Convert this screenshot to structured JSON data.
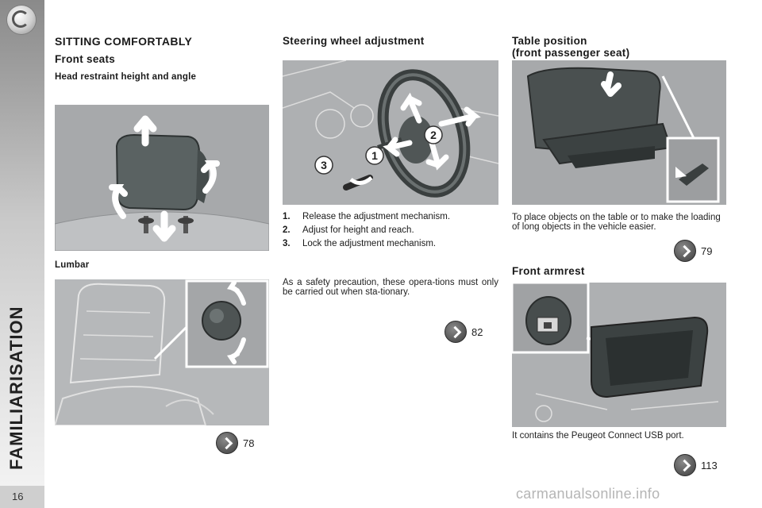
{
  "sidebar": {
    "section_title": "FAMILIARISATION",
    "page_number": "16"
  },
  "col1": {
    "title": "SITTING COMFORTABLY",
    "subtitle": "Front seats",
    "head_restraint_heading": "Head restraint height and angle",
    "lumbar_heading": "Lumbar",
    "ref": "78"
  },
  "col2": {
    "title": "Steering wheel adjustment",
    "steps": [
      {
        "num": "1.",
        "text": "Release the adjustment mechanism."
      },
      {
        "num": "2.",
        "text": "Adjust for height and reach."
      },
      {
        "num": "3.",
        "text": "Lock the adjustment mechanism."
      }
    ],
    "warning": "As a safety precaution, these opera-tions must only be carried out when sta-tionary.",
    "ref": "82"
  },
  "col3": {
    "title_line1": "Table position",
    "title_line2": "(front passenger seat)",
    "table_text": "To place objects on the table or to make the loading of long objects in the vehicle easier.",
    "table_ref": "79",
    "armrest_title": "Front armrest",
    "armrest_text": "It contains the Peugeot Connect USB port.",
    "armrest_ref": "113"
  },
  "steering_labels": [
    "1",
    "2",
    "3"
  ],
  "watermark": "carmanualsonline.info",
  "colors": {
    "image_bg": "#a7a9ab",
    "arrow": "#ffffff",
    "icon": "#3c3c3c"
  }
}
